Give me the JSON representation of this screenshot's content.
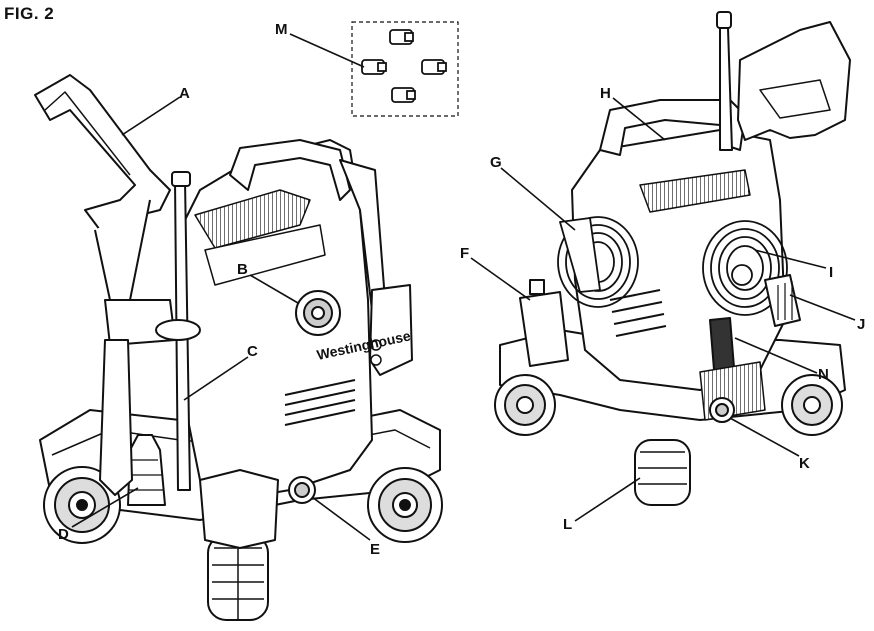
{
  "figure": {
    "title": "FIG. 2",
    "brand_text": "Westinghouse"
  },
  "callouts": {
    "A": "A",
    "B": "B",
    "C": "C",
    "D": "D",
    "E": "E",
    "F": "F",
    "G": "G",
    "H": "H",
    "I": "I",
    "J": "J",
    "K": "K",
    "L": "L",
    "M": "M",
    "N": "N"
  },
  "colors": {
    "line": "#111111",
    "fill_light": "#ffffff",
    "fill_mid": "#d6d6d6",
    "fill_dark": "#6e6e6e"
  }
}
